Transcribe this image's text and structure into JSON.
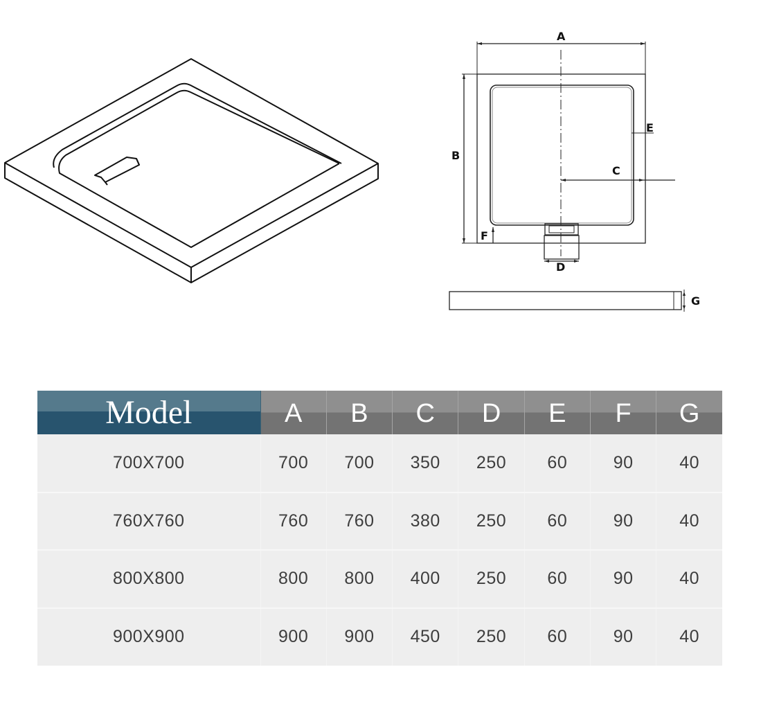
{
  "diagram": {
    "isometric_view": {
      "description": "Isometric line drawing of square shower tray with drain channel"
    },
    "plan_view": {
      "labels": {
        "A": "A",
        "B": "B",
        "C": "C",
        "D": "D",
        "E": "E",
        "F": "F"
      }
    },
    "side_view": {
      "labels": {
        "G": "G"
      }
    }
  },
  "table": {
    "headers": {
      "model": "Model",
      "A": "A",
      "B": "B",
      "C": "C",
      "D": "D",
      "E": "E",
      "F": "F",
      "G": "G"
    },
    "rows": [
      {
        "model": "700X700",
        "A": "700",
        "B": "700",
        "C": "350",
        "D": "250",
        "E": "60",
        "F": "90",
        "G": "40"
      },
      {
        "model": "760X760",
        "A": "760",
        "B": "760",
        "C": "380",
        "D": "250",
        "E": "60",
        "F": "90",
        "G": "40"
      },
      {
        "model": "800X800",
        "A": "800",
        "B": "800",
        "C": "400",
        "D": "250",
        "E": "60",
        "F": "90",
        "G": "40"
      },
      {
        "model": "900X900",
        "A": "900",
        "B": "900",
        "C": "450",
        "D": "250",
        "E": "60",
        "F": "90",
        "G": "40"
      }
    ]
  },
  "colors": {
    "model_header_top": "#557a8c",
    "model_header_bottom": "#28546e",
    "dim_header_top": "#8f8f8f",
    "dim_header_bottom": "#737373",
    "row_bg": "#eeeeee",
    "text": "#3e3e3e"
  }
}
